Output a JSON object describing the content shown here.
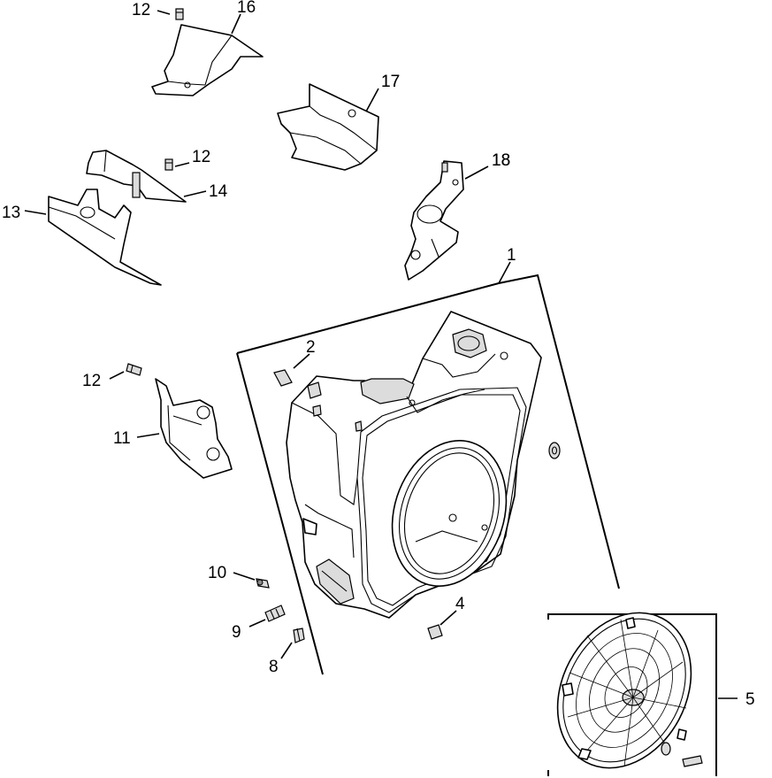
{
  "callouts": [
    {
      "id": "c1",
      "text": "1"
    },
    {
      "id": "c2",
      "text": "2"
    },
    {
      "id": "c4",
      "text": "4"
    },
    {
      "id": "c5",
      "text": "5"
    },
    {
      "id": "c8",
      "text": "8"
    },
    {
      "id": "c9",
      "text": "9"
    },
    {
      "id": "c10",
      "text": "10"
    },
    {
      "id": "c11",
      "text": "11"
    },
    {
      "id": "c12a",
      "text": "12"
    },
    {
      "id": "c12b",
      "text": "12"
    },
    {
      "id": "c12c",
      "text": "12"
    },
    {
      "id": "c13",
      "text": "13"
    },
    {
      "id": "c14",
      "text": "14"
    },
    {
      "id": "c16",
      "text": "16"
    },
    {
      "id": "c17",
      "text": "17"
    },
    {
      "id": "c18",
      "text": "18"
    }
  ],
  "colors": {
    "line": "#000000",
    "background": "#ffffff",
    "shade": "#dcdcdc"
  }
}
